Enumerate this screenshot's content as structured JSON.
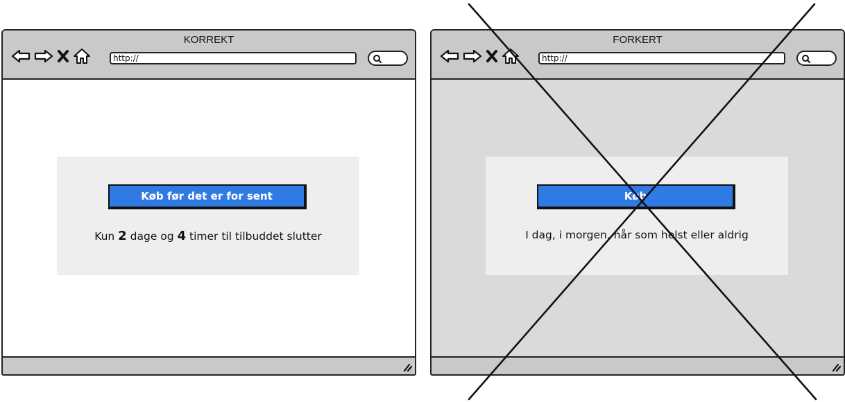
{
  "left_browser": {
    "title": "KORREKT",
    "url": "http://",
    "cta_label": "Køb før det er for sent",
    "offer": {
      "prefix": "Kun",
      "days_value": "2",
      "days_label": "dage og",
      "hours_value": "4",
      "suffix": "timer til tilbuddet slutter"
    }
  },
  "right_browser": {
    "title": "FORKERT",
    "url": "http://",
    "cta_label": "Køb",
    "text": "I dag, i morgen, når som helst eller aldrig",
    "overlay": "cross-out"
  },
  "icons": {
    "back": "back-arrow-icon",
    "forward": "forward-arrow-icon",
    "stop": "close-icon",
    "home": "home-icon",
    "search": "search-icon",
    "resize": "resize-grip-icon"
  },
  "colors": {
    "cta_button": "#2f7ae5",
    "chrome": "#c9c9c9",
    "panel": "#eeeeee",
    "wrong_background": "#dadada"
  }
}
